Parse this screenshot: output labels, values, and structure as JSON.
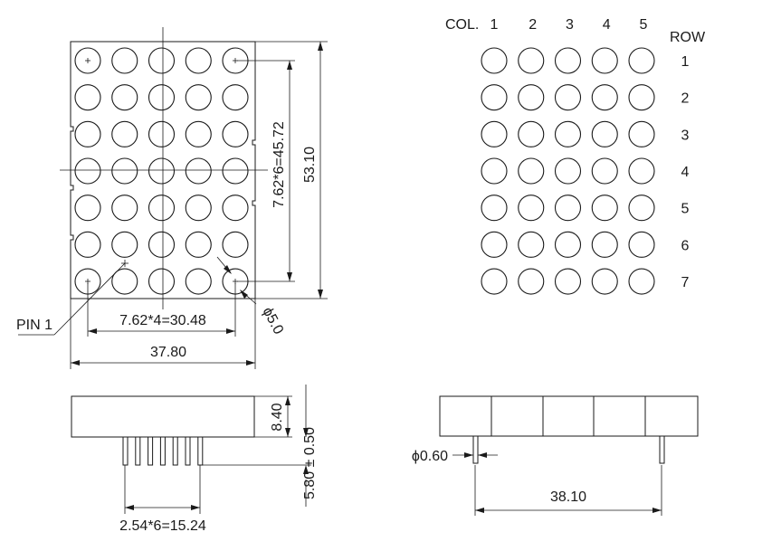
{
  "front_view": {
    "rows": 7,
    "cols": 5,
    "dim_height_label": "53.10",
    "dim_pitch_vertical_label": "7.62*6=45.72",
    "dim_pitch_horizontal_label": "7.62*4=30.48",
    "dim_width_label": "37.80",
    "dot_diameter_label": "ϕ5.0",
    "pin1_label": "PIN 1"
  },
  "matrix_view": {
    "col_label": "COL.",
    "col_numbers": [
      "1",
      "2",
      "3",
      "4",
      "5"
    ],
    "row_label": "ROW",
    "row_numbers": [
      "1",
      "2",
      "3",
      "4",
      "5",
      "6",
      "7"
    ]
  },
  "side_view_left": {
    "body_height_label": "8.40",
    "pin_length_label": "5.80 ± 0.50",
    "pin_pitch_label": "2.54*6=15.24",
    "pin_count": 7
  },
  "side_view_right": {
    "pin_diameter_label": "ϕ0.60",
    "pin_span_label": "38.10"
  }
}
